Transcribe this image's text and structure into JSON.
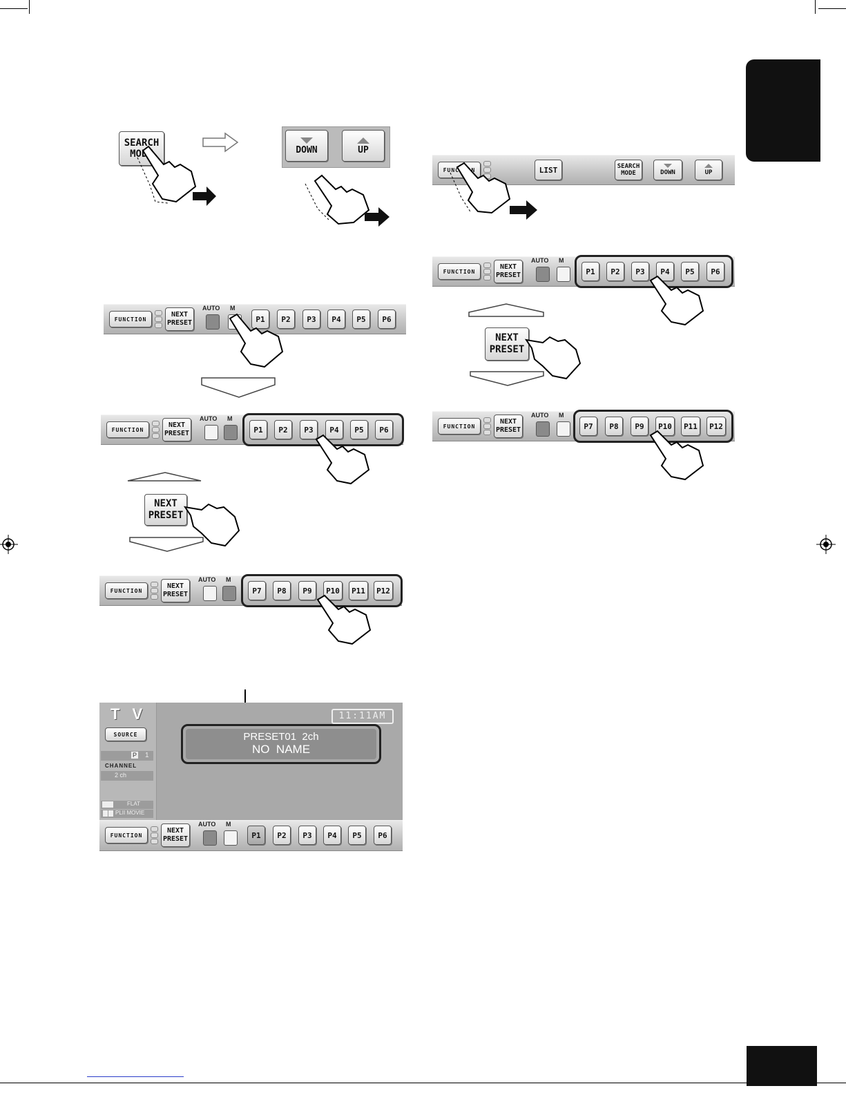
{
  "buttons": {
    "search_mode": "SEARCH\nMODE",
    "down": "DOWN",
    "up": "UP",
    "function": "FUNCTION",
    "list": "LIST",
    "next_preset": "NEXT\nPRESET",
    "auto": "AUTO",
    "m": "M",
    "source": "SOURCE"
  },
  "presets_a": [
    "P1",
    "P2",
    "P3",
    "P4",
    "P5",
    "P6"
  ],
  "presets_b": [
    "P7",
    "P8",
    "P9",
    "P10",
    "P11",
    "P12"
  ],
  "tv_screen": {
    "title": "T V",
    "clock": "11:11AM",
    "line1": "PRESET01  2ch",
    "line2": "NO  NAME",
    "preset_badge": "P",
    "preset_num": "1",
    "channel_label": "CHANNEL",
    "channel_value": "2  ch",
    "eq_label": "FLAT",
    "surround_label": "PLII MOVIE"
  },
  "colors": {
    "tab": "#111111",
    "bar": "#c4c4c4",
    "screen": "#a9a9a9"
  }
}
